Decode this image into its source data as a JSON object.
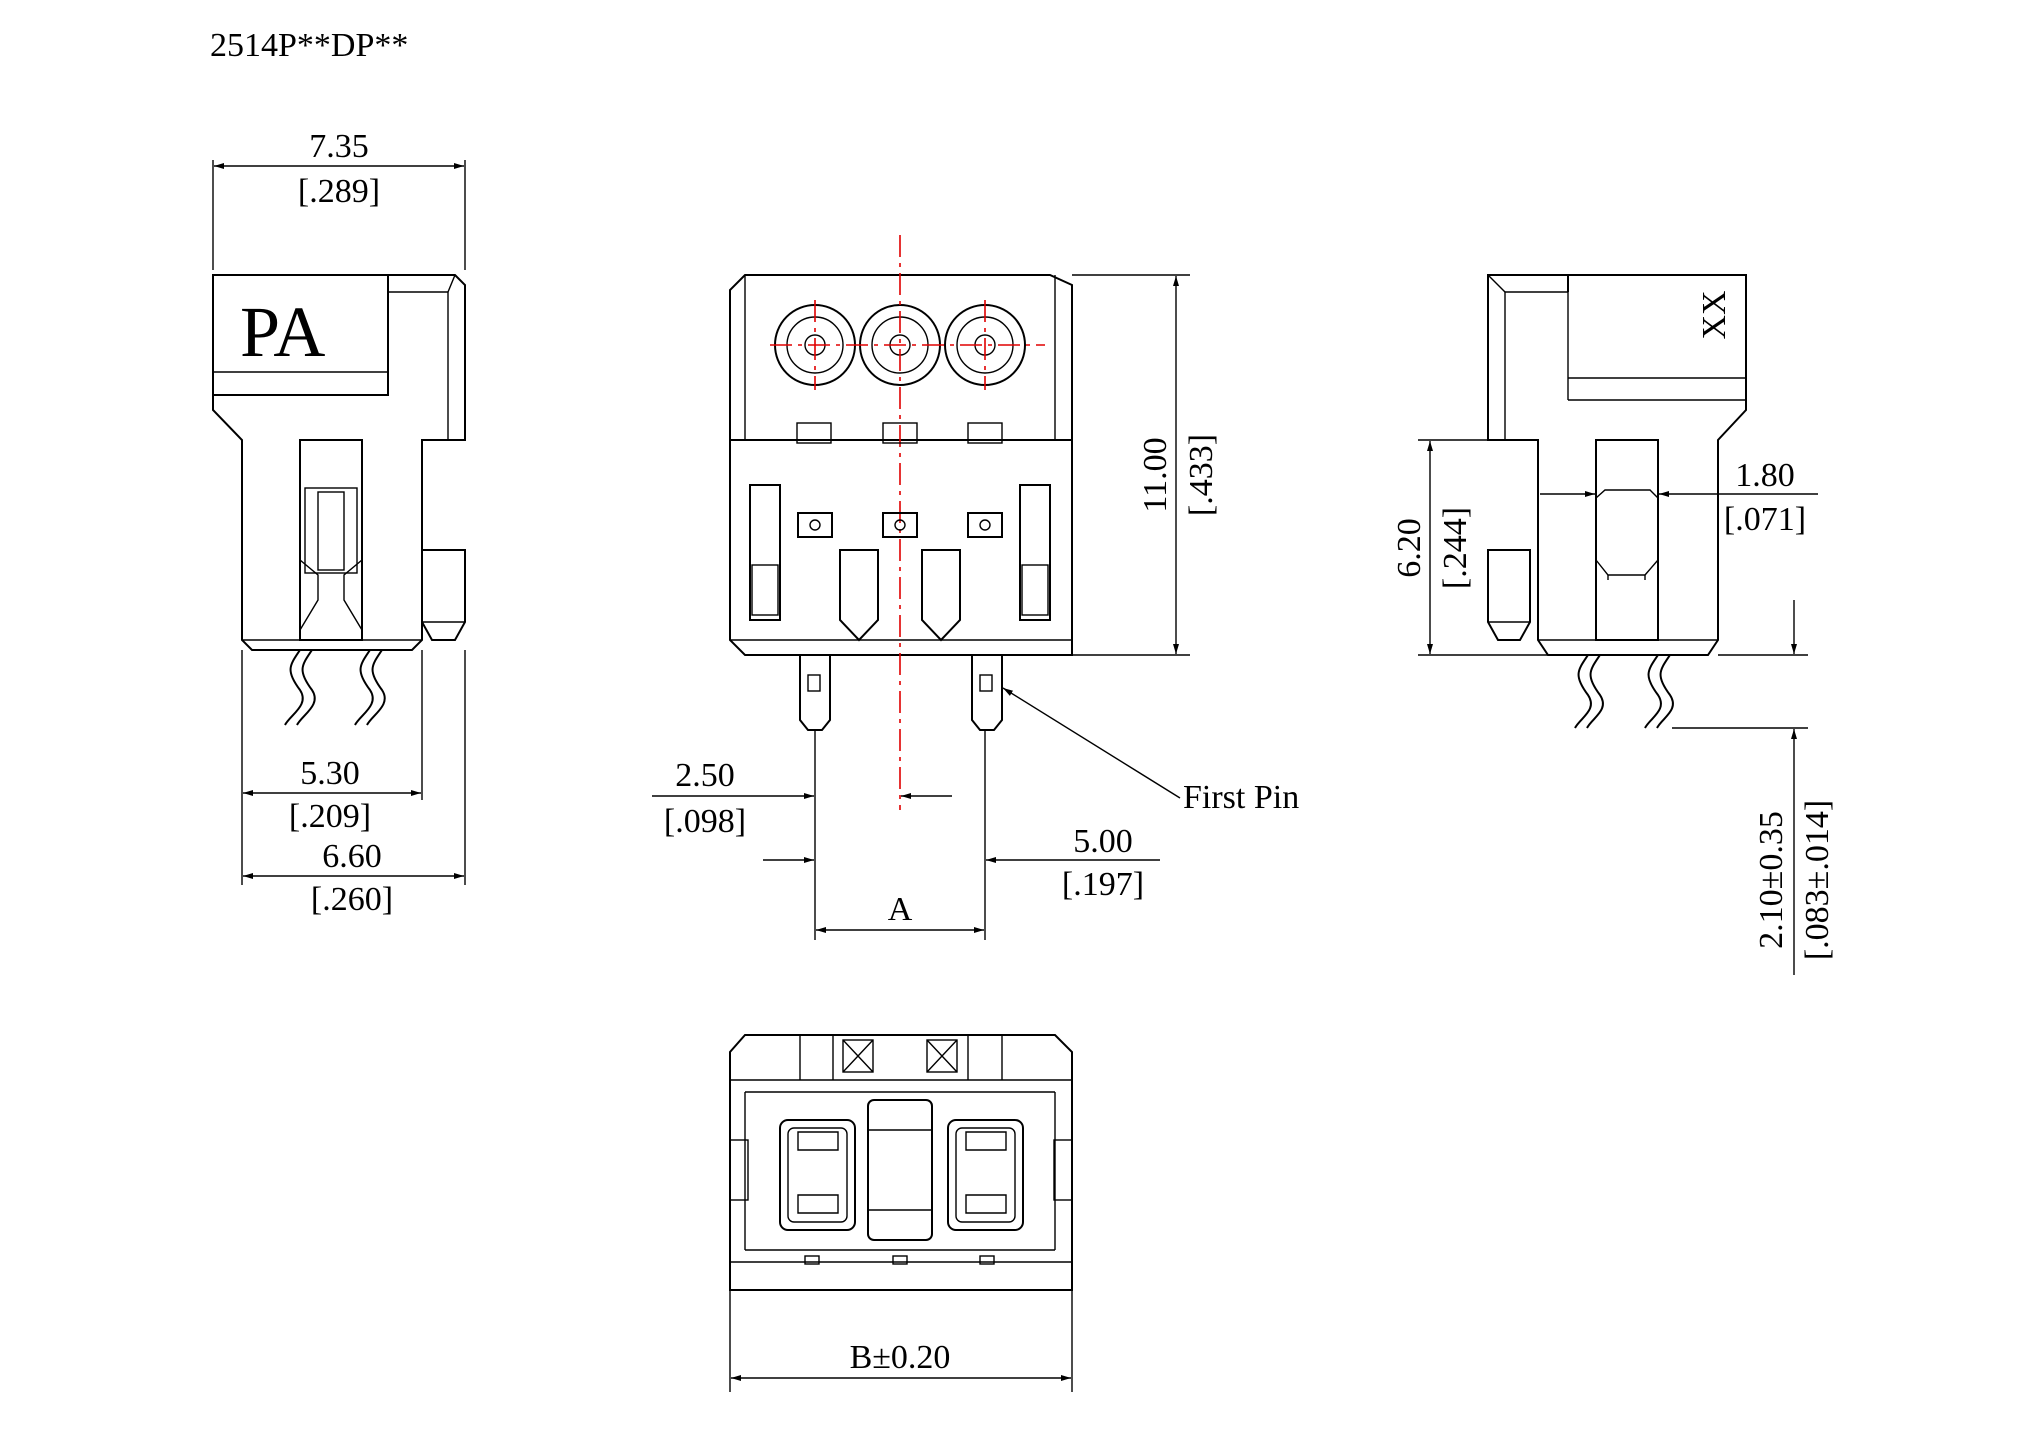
{
  "title": "2514P**DP**",
  "side_view_left": {
    "marking": "PA",
    "dim_width_mm": "7.35",
    "dim_width_in": "[.289]",
    "dim_inner_mm": "5.30",
    "dim_inner_in": "[.209]",
    "dim_outer_mm": "6.60",
    "dim_outer_in": "[.260]"
  },
  "front_view": {
    "dim_height_mm": "11.00",
    "dim_height_in": "[.433]",
    "dim_half_pitch_mm": "2.50",
    "dim_half_pitch_in": "[.098]",
    "dim_pitch_mm": "5.00",
    "dim_pitch_in": "[.197]",
    "dim_a": "A",
    "first_pin_label": "First Pin"
  },
  "side_view_right": {
    "marking": "XX",
    "dim_height_mm": "6.20",
    "dim_height_in": "[.244]",
    "dim_slot_mm": "1.80",
    "dim_slot_in": "[.071]",
    "dim_pin_mm": "2.10±0.35",
    "dim_pin_in": "[.083±.014]"
  },
  "bottom_view": {
    "dim_b": "B±0.20"
  },
  "colors": {
    "line": "#000000",
    "centerline": "#e00000"
  }
}
